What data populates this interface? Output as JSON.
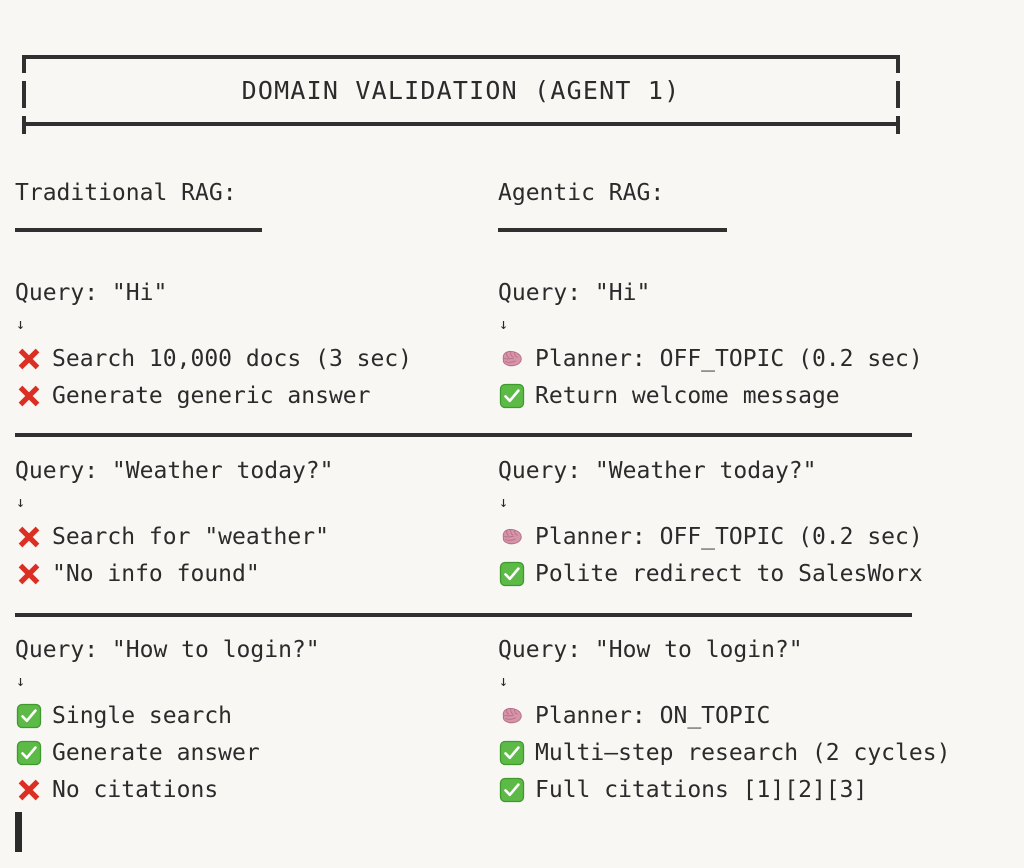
{
  "banner": {
    "title": "DOMAIN VALIDATION (AGENT 1)"
  },
  "colors": {
    "background": "#f8f7f4",
    "text": "#2b2b2b",
    "rule": "#303030",
    "cross_red": "#dc2f24",
    "check_green": "#5dba47",
    "check_green_dark": "#3f9a2d",
    "brain_pink": "#d694a8",
    "brain_pink_dark": "#b56d85"
  },
  "columns": {
    "left": {
      "header": "Traditional RAG:"
    },
    "right": {
      "header": "Agentic RAG:"
    }
  },
  "arrow_glyph": "↓",
  "icons": {
    "cross": "cross-mark-icon",
    "check": "check-mark-button-icon",
    "brain": "brain-icon"
  },
  "blocks": [
    {
      "left": {
        "query": "Query: \"Hi\"",
        "steps": [
          {
            "icon": "cross",
            "label": "Search 10,000 docs (3 sec)"
          },
          {
            "icon": "cross",
            "label": "Generate generic answer"
          }
        ]
      },
      "right": {
        "query": "Query: \"Hi\"",
        "steps": [
          {
            "icon": "brain",
            "label": "Planner: OFF_TOPIC (0.2 sec)"
          },
          {
            "icon": "check",
            "label": "Return welcome message"
          }
        ]
      }
    },
    {
      "left": {
        "query": "Query: \"Weather today?\"",
        "steps": [
          {
            "icon": "cross",
            "label": "Search for \"weather\""
          },
          {
            "icon": "cross",
            "label": "\"No info found\""
          }
        ]
      },
      "right": {
        "query": "Query: \"Weather today?\"",
        "steps": [
          {
            "icon": "brain",
            "label": "Planner: OFF_TOPIC (0.2 sec)"
          },
          {
            "icon": "check",
            "label": "Polite redirect to SalesWorx"
          }
        ]
      }
    },
    {
      "left": {
        "query": "Query: \"How to login?\"",
        "steps": [
          {
            "icon": "check",
            "label": "Single search"
          },
          {
            "icon": "check",
            "label": "Generate answer"
          },
          {
            "icon": "cross",
            "label": "No citations"
          }
        ]
      },
      "right": {
        "query": "Query: \"How to login?\"",
        "steps": [
          {
            "icon": "brain",
            "label": "Planner: ON_TOPIC"
          },
          {
            "icon": "check",
            "label": "Multi–step research (2 cycles)"
          },
          {
            "icon": "check",
            "label": "Full citations [1][2][3]"
          }
        ]
      }
    }
  ]
}
